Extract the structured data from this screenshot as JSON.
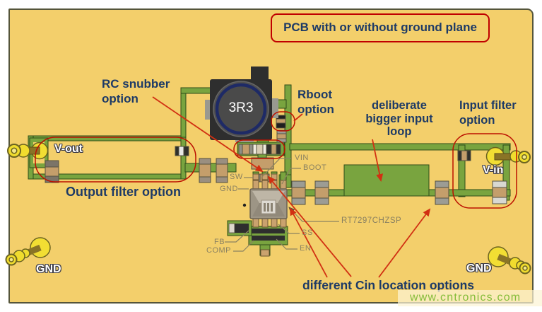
{
  "title_box": {
    "label": "PCB with or without ground plane"
  },
  "annotations": {
    "rc_snubber": {
      "line1": "RC snubber",
      "line2": "option"
    },
    "rboot": {
      "line1": "Rboot",
      "line2": "option"
    },
    "input_loop": {
      "line1": "deliberate",
      "line2": "bigger input",
      "line3": "loop"
    },
    "input_filter": {
      "line1": "Input filter",
      "line2": "option"
    },
    "output_filter": {
      "label": "Output filter option"
    },
    "cin": {
      "label": "different Cin location options"
    }
  },
  "pins": {
    "vin": "VIN",
    "boot": "BOOT",
    "sw": "SW",
    "gnd": "GND",
    "fb": "FB",
    "comp": "COMP",
    "ss": "SS",
    "en": "EN"
  },
  "ic": {
    "part_number": "RT7297CHZSP"
  },
  "inductor": {
    "value": "3R3"
  },
  "terminals": {
    "vout": "V-out",
    "vin": "V-in",
    "gnd_left": "GND",
    "gnd_right": "GND"
  },
  "watermark": {
    "text": "www.cntronics.com"
  },
  "colors": {
    "board": "#F3CF6B",
    "trace_green": "#79A43F",
    "annotation_red": "#BC1000",
    "arrow_red": "#D13012",
    "label_navy": "#1D3A66",
    "pin_label": "#8A8161",
    "pad_yellow": "#F0DC2E",
    "watermark_green": "#86BD3B"
  }
}
